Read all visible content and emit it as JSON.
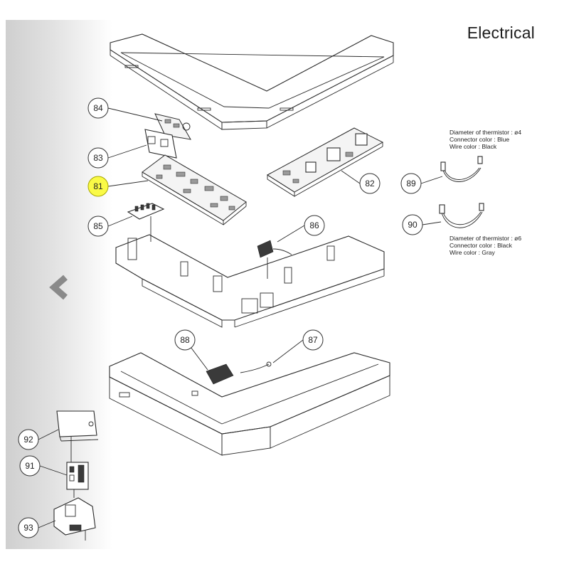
{
  "header": {
    "title": "Electrical"
  },
  "navigation": {
    "prev_icon": "chevron-left-icon"
  },
  "callouts": [
    {
      "id": "84",
      "label": "84",
      "highlighted": false
    },
    {
      "id": "83",
      "label": "83",
      "highlighted": false
    },
    {
      "id": "81",
      "label": "81",
      "highlighted": true
    },
    {
      "id": "85",
      "label": "85",
      "highlighted": false
    },
    {
      "id": "82",
      "label": "82",
      "highlighted": false
    },
    {
      "id": "86",
      "label": "86",
      "highlighted": false
    },
    {
      "id": "88",
      "label": "88",
      "highlighted": false
    },
    {
      "id": "87",
      "label": "87",
      "highlighted": false
    },
    {
      "id": "89",
      "label": "89",
      "highlighted": false
    },
    {
      "id": "90",
      "label": "90",
      "highlighted": false
    },
    {
      "id": "92",
      "label": "92",
      "highlighted": false
    },
    {
      "id": "91",
      "label": "91",
      "highlighted": false
    },
    {
      "id": "93",
      "label": "93",
      "highlighted": false
    }
  ],
  "notes": {
    "thermistor_89": [
      "Diameter of thermistor : ø4",
      "Connector color : Blue",
      "Wire color : Black"
    ],
    "thermistor_90": [
      "Diameter of thermistor : ø6",
      "Connector color : Black",
      "Wire color : Gray"
    ]
  },
  "colors": {
    "highlight": "#fafa46",
    "line": "#2a2a2a",
    "strip": "#d8d8d8"
  }
}
